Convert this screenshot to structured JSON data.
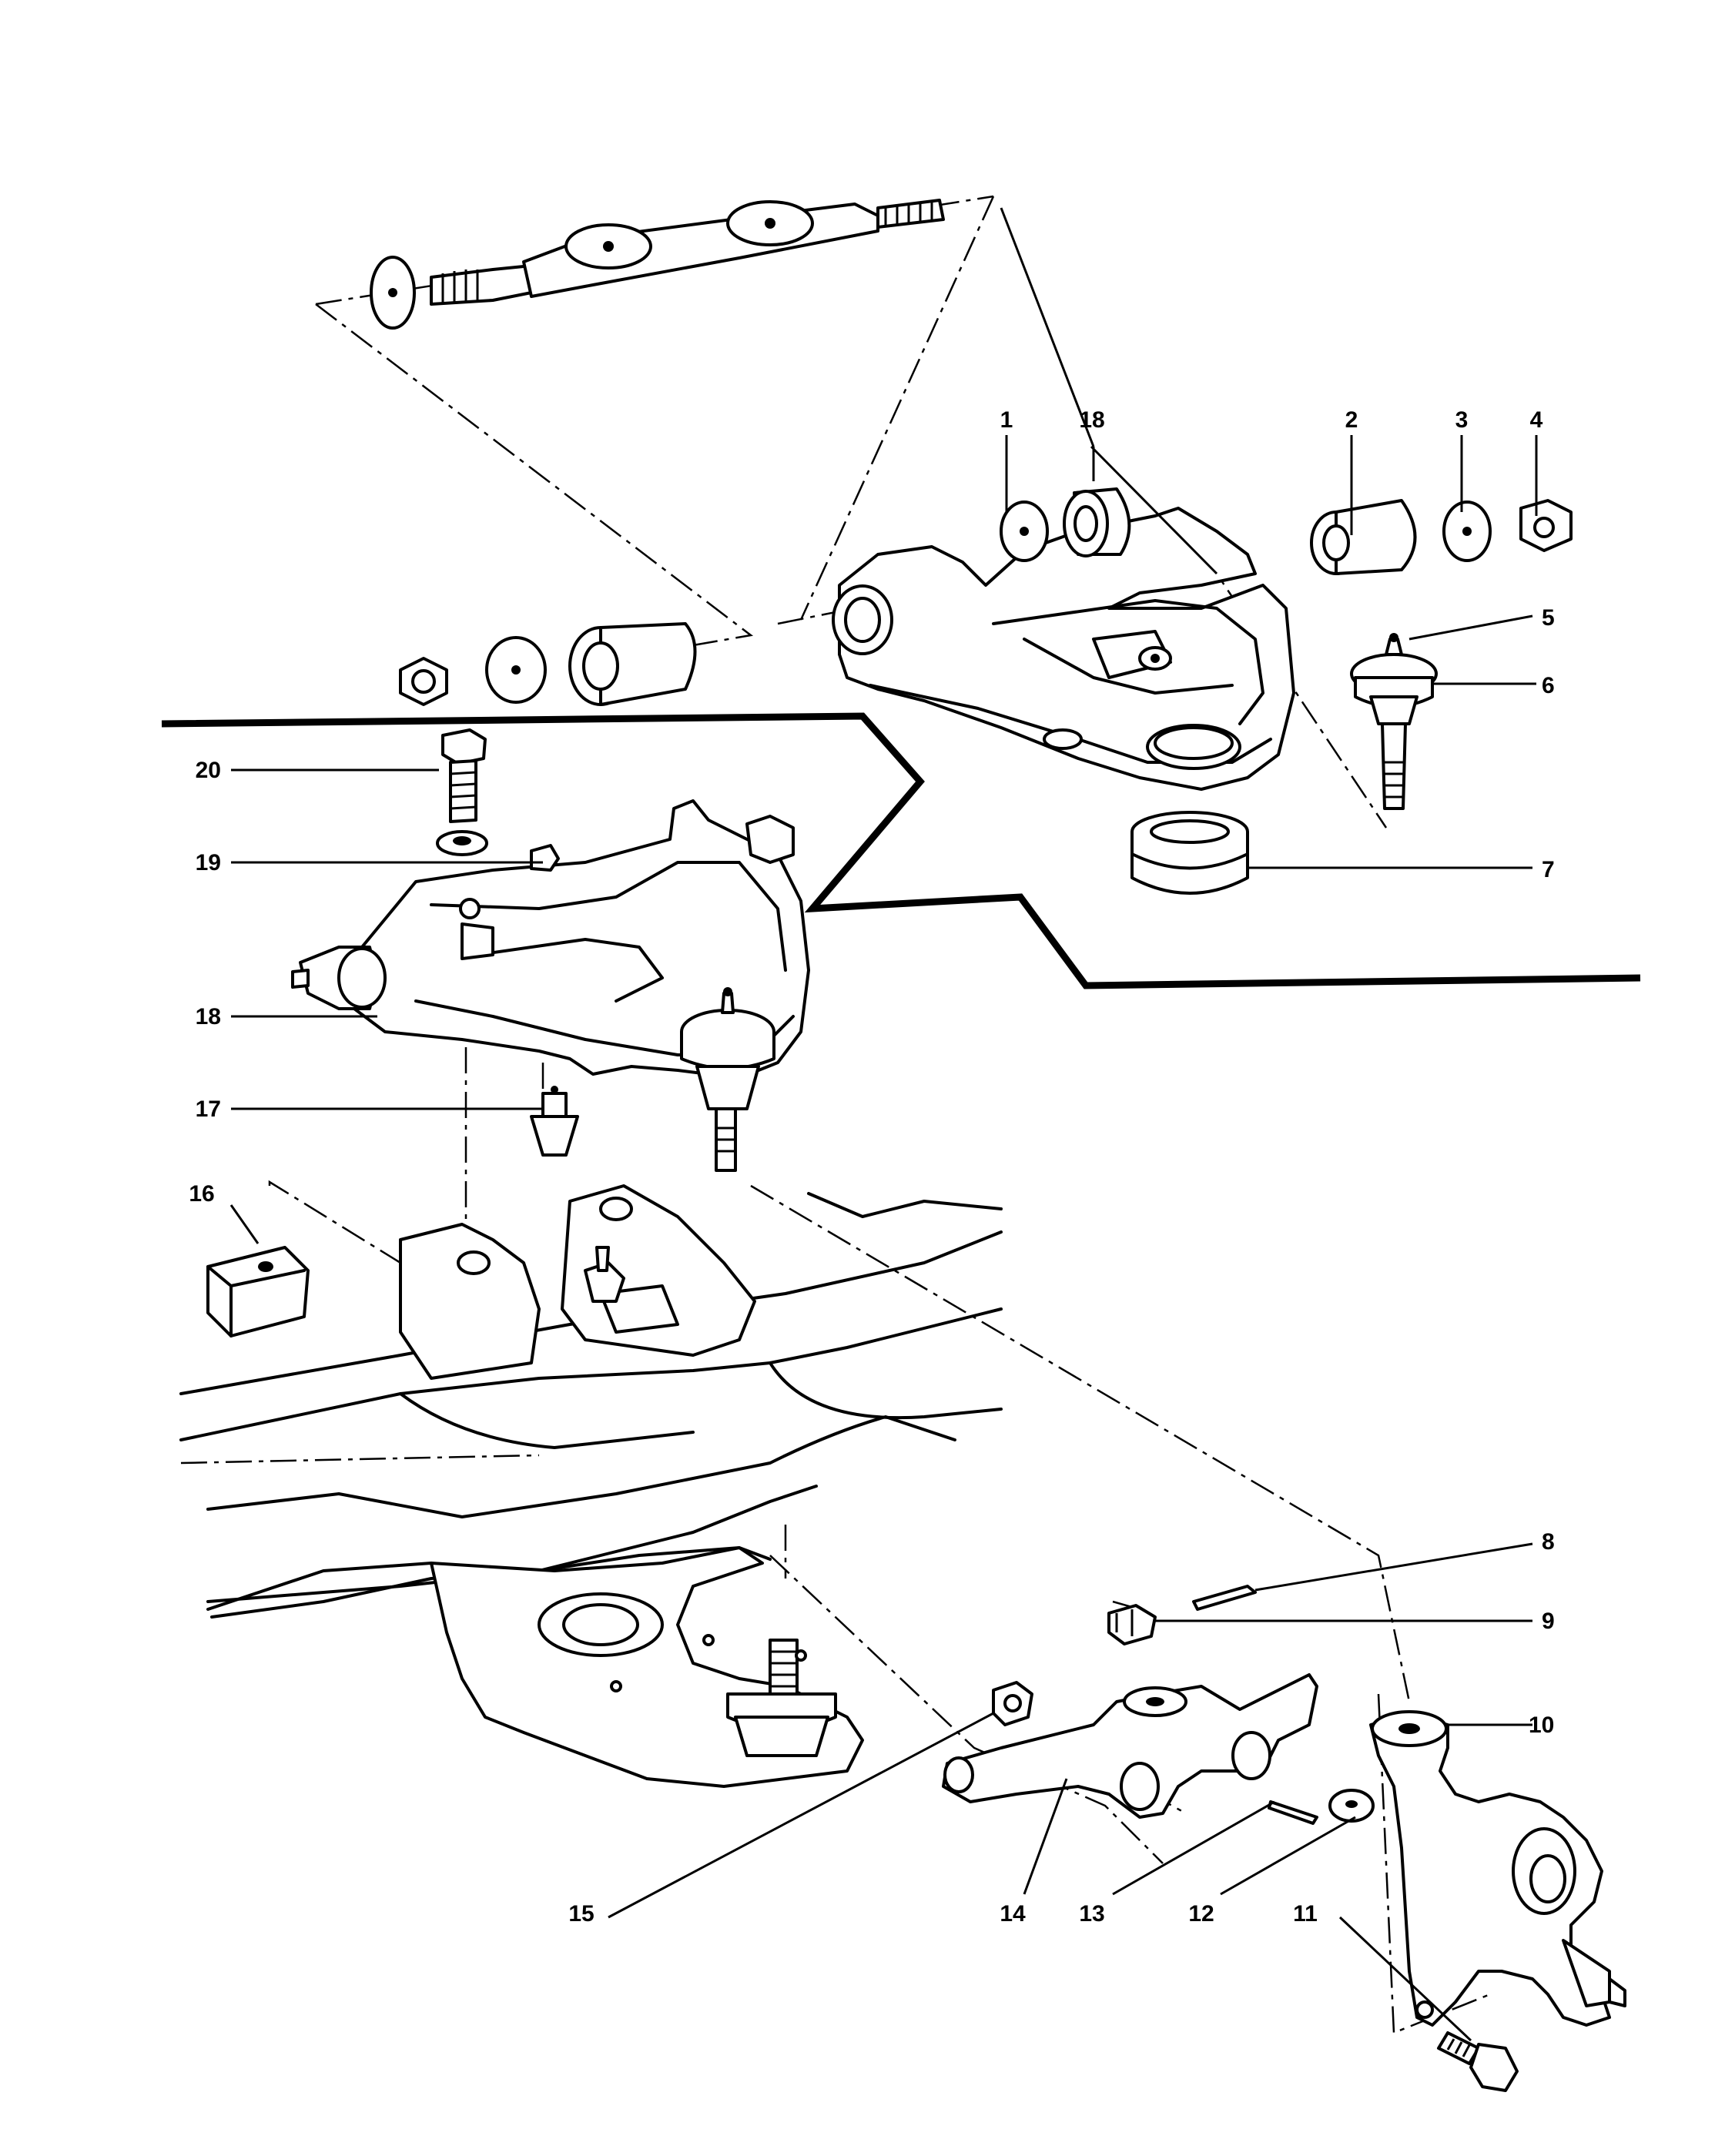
{
  "callouts": [
    "1",
    "2",
    "3",
    "4",
    "5",
    "6",
    "7",
    "8",
    "9",
    "10",
    "11",
    "12",
    "13",
    "14",
    "15",
    "16",
    "17",
    "18",
    "19",
    "20"
  ],
  "callout_18_duplicate": "18"
}
